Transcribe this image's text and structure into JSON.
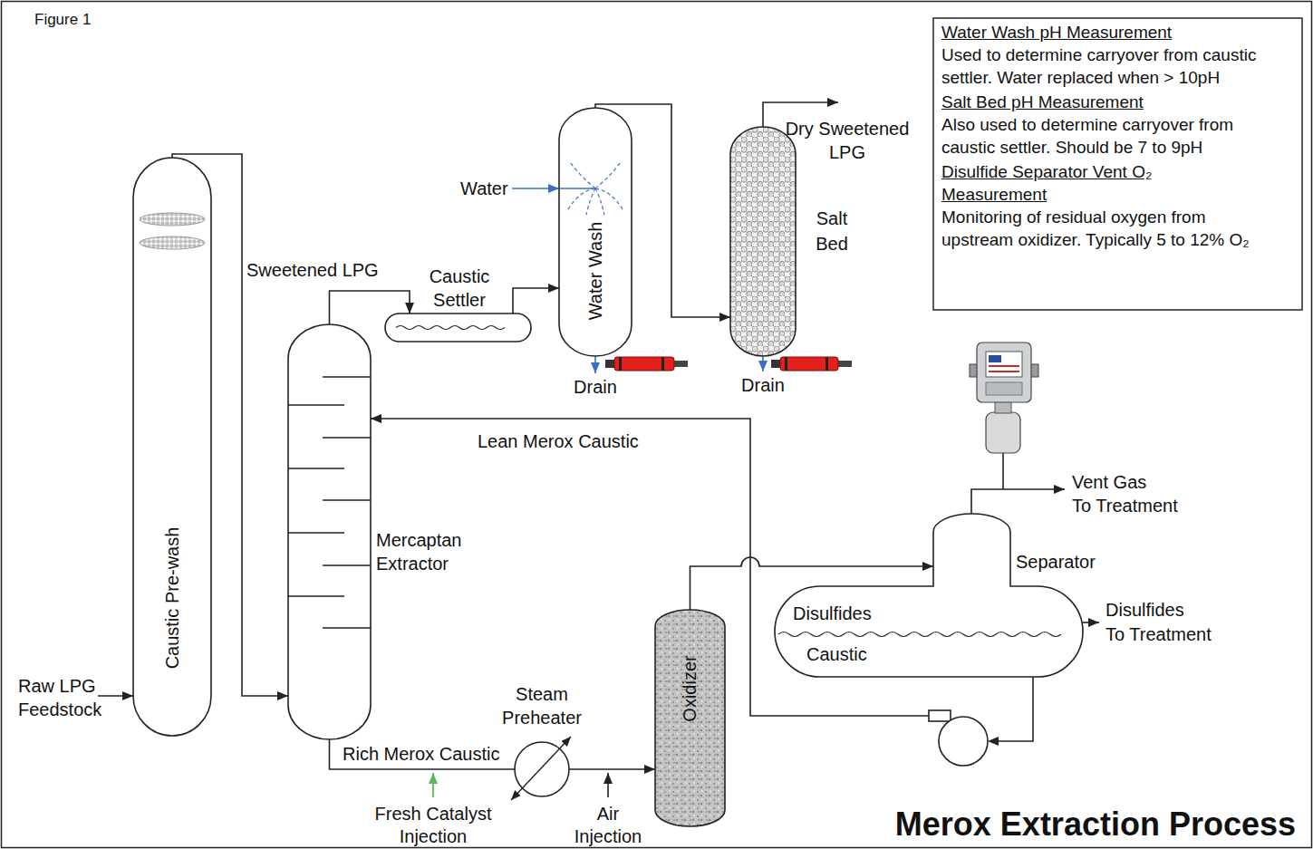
{
  "diagram": {
    "title": "Merox Extraction Process",
    "nodes": [
      {
        "text": [
          "Caustic Pre-wash"
        ]
      },
      {
        "text": [
          "Mercaptan Extractor"
        ]
      },
      {
        "text": [
          "Caustic Settler"
        ]
      },
      {
        "text": [
          "Water Wash"
        ]
      },
      {
        "text": [
          "Salt Bed"
        ]
      },
      {
        "text": [
          "Oxidizer"
        ]
      },
      {
        "text": [
          "Steam Preheater"
        ]
      },
      {
        "text": [
          "Separator",
          "Disulfides",
          "Caustic"
        ]
      },
      {
        "text": [
          "Water Wash pH Measurement",
          "Used to determine carryover from caustic settler. Water replaced when > 10pH",
          "Salt Bed pH Measurement",
          "Also used to determine carryover from caustic settler. Should be 7 to 9pH",
          "Disulfide Separator Vent O₂ Measurement",
          "Monitoring of residual oxygen from upstream oxidizer. Typically 5 to 12% O₂"
        ]
      }
    ],
    "edges": [
      {
        "from": 0,
        "to": 1,
        "arrow": "to"
      },
      {
        "from": 1,
        "to": 2,
        "label": "Sweetened LPG",
        "arrow": "to"
      },
      {
        "from": 2,
        "to": 3,
        "arrow": "to"
      },
      {
        "from": 3,
        "to": 4,
        "arrow": "to"
      },
      {
        "from": 1,
        "to": 6,
        "label": "Rich Merox Caustic",
        "arrow": "none"
      },
      {
        "from": 6,
        "to": 5,
        "arrow": "to"
      },
      {
        "from": 5,
        "to": 7,
        "arrow": "to"
      },
      {
        "from": 7,
        "to": 1,
        "label": "Lean Merox Caustic",
        "arrow": "to"
      }
    ],
    "labels": [
      "Figure 1",
      "Raw LPG Feedstock",
      "Water",
      "Drain",
      "Drain",
      "Dry Sweetened LPG",
      "Vent Gas To Treatment",
      "Disulfides To Treatment",
      "Fresh Catalyst Injection",
      "Air Injection"
    ]
  }
}
